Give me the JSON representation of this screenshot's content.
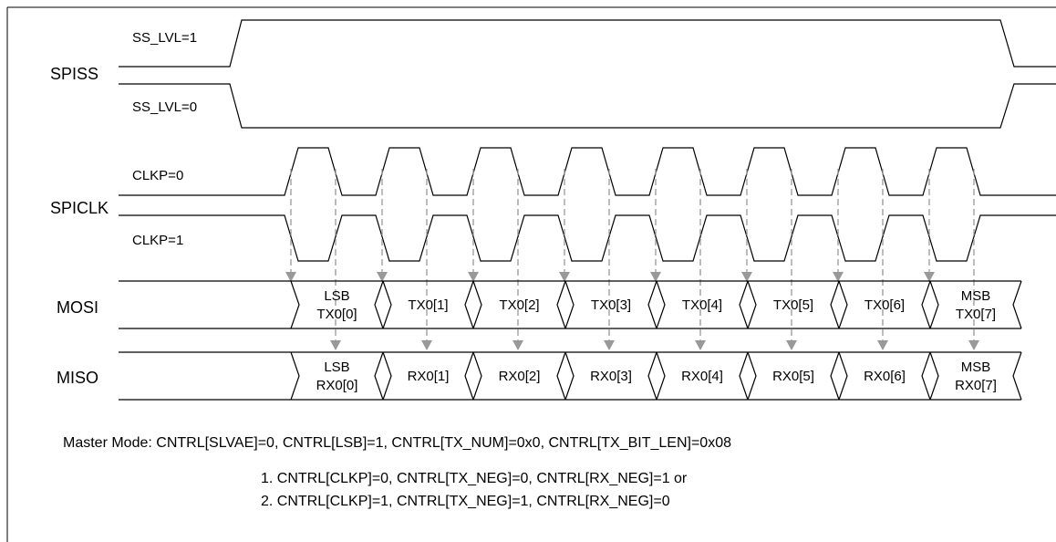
{
  "signals": {
    "spiss": "SPISS",
    "spiclk": "SPICLK",
    "mosi": "MOSI",
    "miso": "MISO"
  },
  "variants": {
    "ss_high": "SS_LVL=1",
    "ss_low": "SS_LVL=0",
    "clkp0": "CLKP=0",
    "clkp1": "CLKP=1"
  },
  "mosi_cells": [
    {
      "line1": "LSB",
      "line2": "TX0[0]"
    },
    {
      "line1": "TX0[1]"
    },
    {
      "line1": "TX0[2]"
    },
    {
      "line1": "TX0[3]"
    },
    {
      "line1": "TX0[4]"
    },
    {
      "line1": "TX0[5]"
    },
    {
      "line1": "TX0[6]"
    },
    {
      "line1": "MSB",
      "line2": "TX0[7]"
    }
  ],
  "miso_cells": [
    {
      "line1": "LSB",
      "line2": "RX0[0]"
    },
    {
      "line1": "RX0[1]"
    },
    {
      "line1": "RX0[2]"
    },
    {
      "line1": "RX0[3]"
    },
    {
      "line1": "RX0[4]"
    },
    {
      "line1": "RX0[5]"
    },
    {
      "line1": "RX0[6]"
    },
    {
      "line1": "MSB",
      "line2": "RX0[7]"
    }
  ],
  "notes": {
    "mode": "Master Mode: CNTRL[SLVAE]=0, CNTRL[LSB]=1, CNTRL[TX_NUM]=0x0, CNTRL[TX_BIT_LEN]=0x08",
    "option1": "1. CNTRL[CLKP]=0, CNTRL[TX_NEG]=0, CNTRL[RX_NEG]=1 or",
    "option2": "2. CNTRL[CLKP]=1, CNTRL[TX_NEG]=1, CNTRL[RX_NEG]=0"
  }
}
